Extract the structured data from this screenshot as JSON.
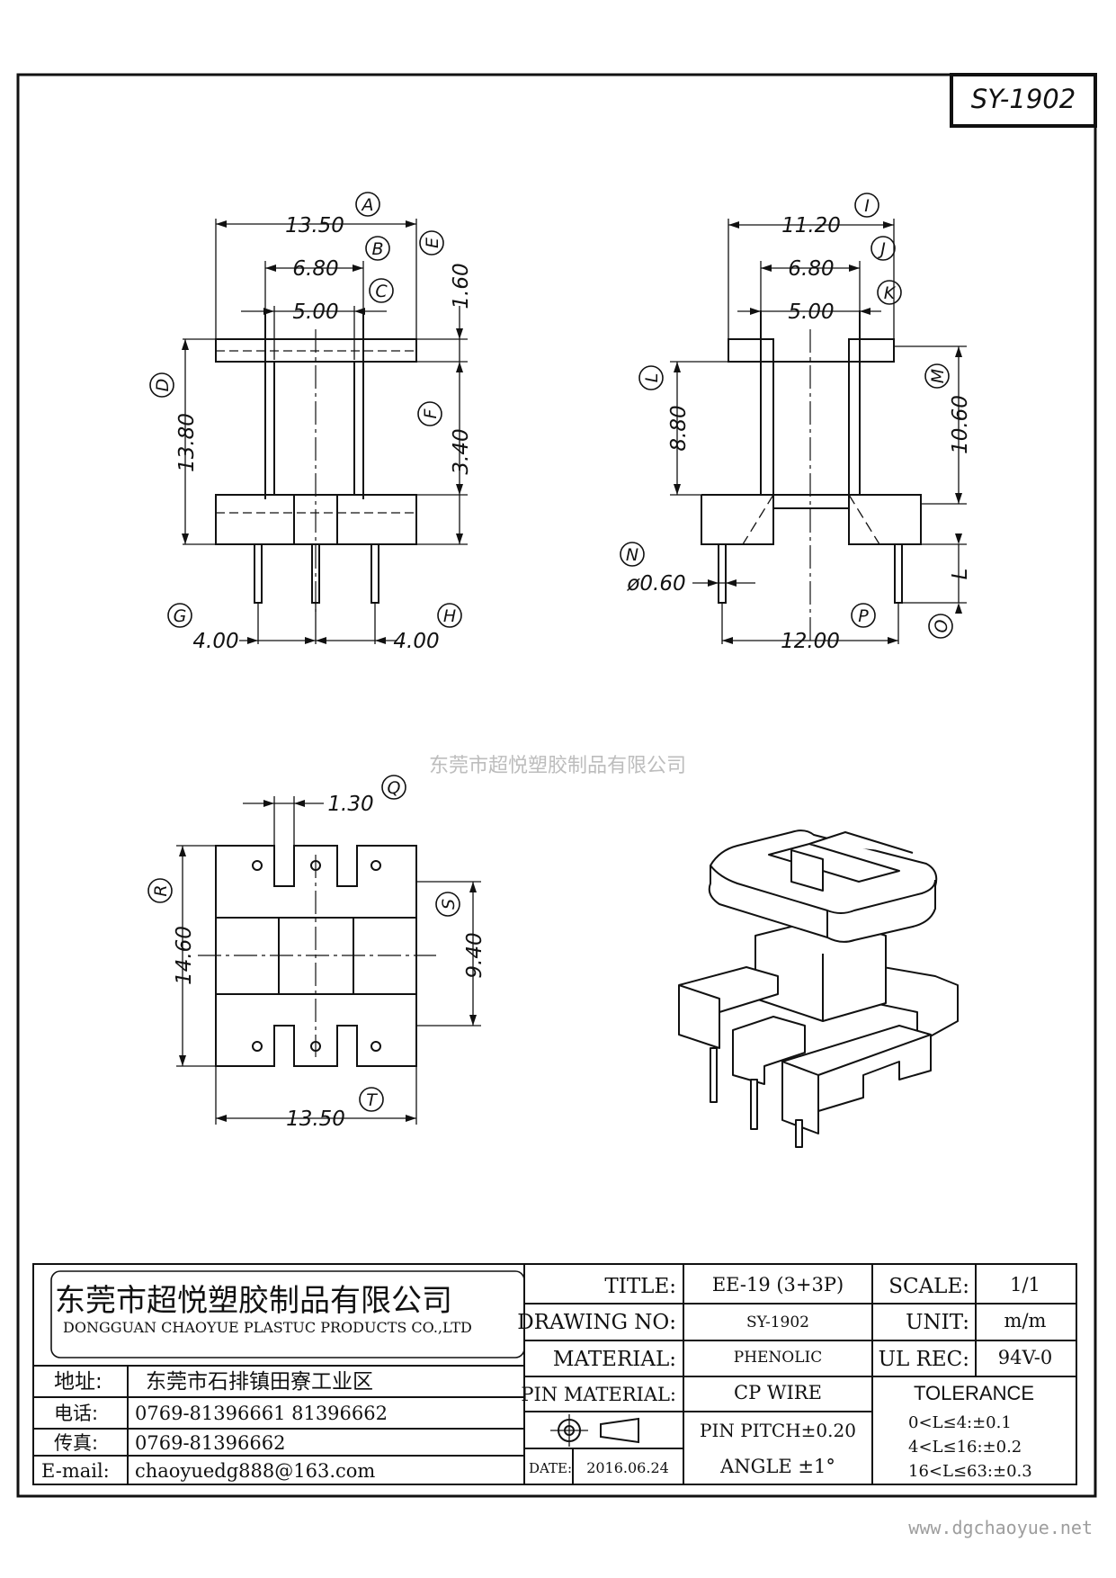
{
  "part_code": "SY-1902",
  "watermark": "东莞市超悦塑胶制品有限公司",
  "website": "www.dgchaoyue.net",
  "views": {
    "front": {
      "dims": {
        "A": "13.50",
        "B": "6.80",
        "C": "5.00",
        "D": "13.80",
        "E": "1.60",
        "F": "3.40",
        "G": "4.00",
        "H": "4.00"
      },
      "labels": [
        "A",
        "B",
        "C",
        "D",
        "E",
        "F",
        "G",
        "H"
      ]
    },
    "side": {
      "dims": {
        "I": "11.20",
        "J": "6.80",
        "K": "5.00",
        "L": "8.80",
        "M": "10.60",
        "N": "ø0.60",
        "O_note": "L",
        "P": "12.00"
      },
      "labels": [
        "I",
        "J",
        "K",
        "L",
        "M",
        "N",
        "O",
        "P"
      ]
    },
    "bottom": {
      "dims": {
        "Q": "1.30",
        "R": "14.60",
        "S": "9.40",
        "T": "13.50"
      },
      "labels": [
        "Q",
        "R",
        "S",
        "T"
      ]
    }
  },
  "title_block": {
    "company_cn": "东莞市超悦塑胶制品有限公司",
    "company_en": "DONGGUAN CHAOYUE PLASTUC PRODUCTS CO.,LTD",
    "address_label": "地址:",
    "address": "东莞市石排镇田寮工业区",
    "phone_label": "电话:",
    "phone": "0769-81396661   81396662",
    "fax_label": "传真:",
    "fax": "0769-81396662",
    "email_label": "E-mail:",
    "email": "chaoyuedg888@163.com",
    "title_label": "TITLE:",
    "title": "EE-19 (3+3P)",
    "drawing_no_label": "DRAWING NO:",
    "drawing_no": "SY-1902",
    "material_label": "MATERIAL:",
    "material": "PHENOLIC",
    "pin_material_label": "PIN MATERIAL:",
    "pin_material": "CP WIRE",
    "date_label": "DATE:",
    "date": "2016.06.24",
    "pin_pitch": "PIN PITCH±0.20",
    "angle": "ANGLE  ±1°",
    "scale_label": "SCALE:",
    "scale": "1/1",
    "unit_label": "UNIT:",
    "unit": "m/m",
    "ul_rec_label": "UL REC:",
    "ul_rec": "94V-0",
    "tolerance_label": "TOLERANCE",
    "tolerances": [
      "0<L≤4:±0.1",
      "4<L≤16:±0.2",
      "16<L≤63:±0.3"
    ]
  }
}
